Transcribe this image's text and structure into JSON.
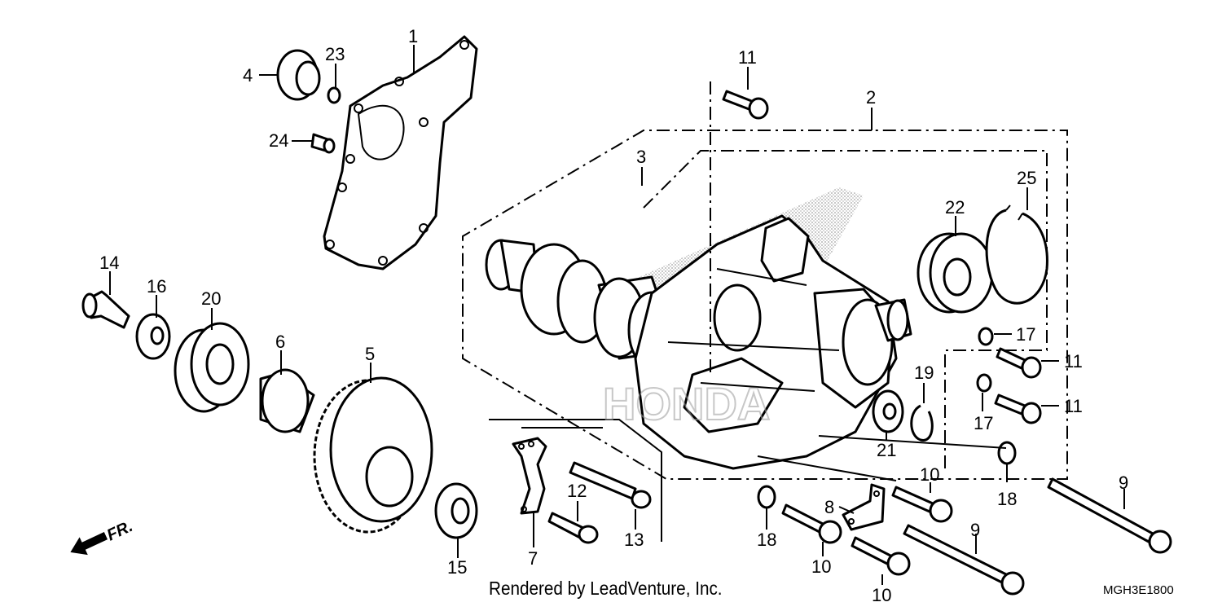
{
  "diagram": {
    "labels": {
      "l1": "1",
      "l2": "2",
      "l3": "3",
      "l4": "4",
      "l5": "5",
      "l6": "6",
      "l7": "7",
      "l8": "8",
      "l9a": "9",
      "l9b": "9",
      "l10a": "10",
      "l10b": "10",
      "l10c": "10",
      "l11a": "11",
      "l11b": "11",
      "l11c": "11",
      "l12": "12",
      "l13": "13",
      "l14": "14",
      "l15": "15",
      "l16": "16",
      "l17a": "17",
      "l17b": "17",
      "l18a": "18",
      "l18b": "18",
      "l19": "19",
      "l20": "20",
      "l21": "21",
      "l22": "22",
      "l23": "23",
      "l24": "24",
      "l25": "25"
    },
    "front_indicator": "FR.",
    "credit": "Rendered by LeadVenture, Inc.",
    "diagram_code": "MGH3E1800",
    "watermark": "HONDA",
    "colors": {
      "line": "#000000",
      "background": "#ffffff",
      "shade": "#9a9a9a"
    }
  }
}
